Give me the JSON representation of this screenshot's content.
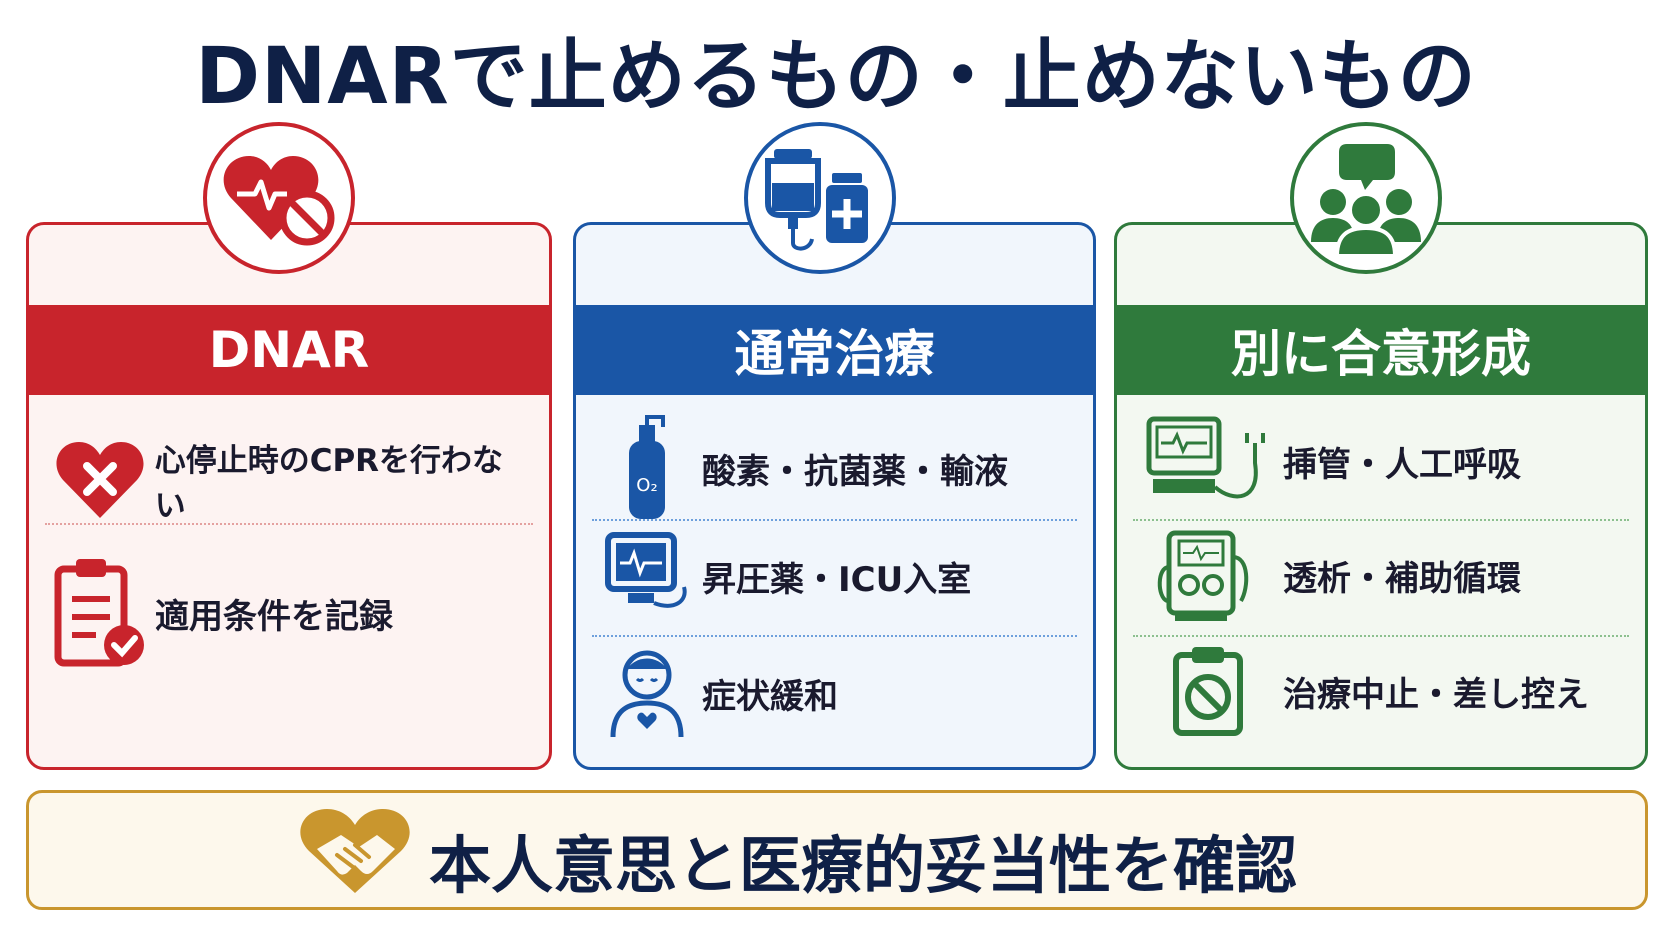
{
  "title": "DNARで止めるもの・止めないもの",
  "cards": [
    {
      "header": "DNAR",
      "color": "#c8242c",
      "badge_icon": "heart-prohibited-icon",
      "items": [
        {
          "icon": "heart-x-icon",
          "label": "心停止時のCPRを行わない"
        },
        {
          "icon": "clipboard-check-icon",
          "label": "適用条件を記録"
        }
      ]
    },
    {
      "header": "通常治療",
      "color": "#1a56a6",
      "badge_icon": "iv-bag-medicine-icon",
      "items": [
        {
          "icon": "oxygen-tank-icon",
          "label": "酸素・抗菌薬・輸液"
        },
        {
          "icon": "monitor-icon",
          "label": "昇圧薬・ICU入室"
        },
        {
          "icon": "patient-heart-icon",
          "label": "症状緩和"
        }
      ]
    },
    {
      "header": "別に合意形成",
      "color": "#2f7a3c",
      "badge_icon": "group-discussion-icon",
      "items": [
        {
          "icon": "ventilator-icon",
          "label": "挿管・人工呼吸"
        },
        {
          "icon": "dialysis-machine-icon",
          "label": "透析・補助循環"
        },
        {
          "icon": "clipboard-prohibited-icon",
          "label": "治療中止・差し控え"
        }
      ]
    }
  ],
  "footer": {
    "icon": "handshake-heart-icon",
    "label": "本人意思と医療的妥当性を確認",
    "color": "#c9962e"
  }
}
